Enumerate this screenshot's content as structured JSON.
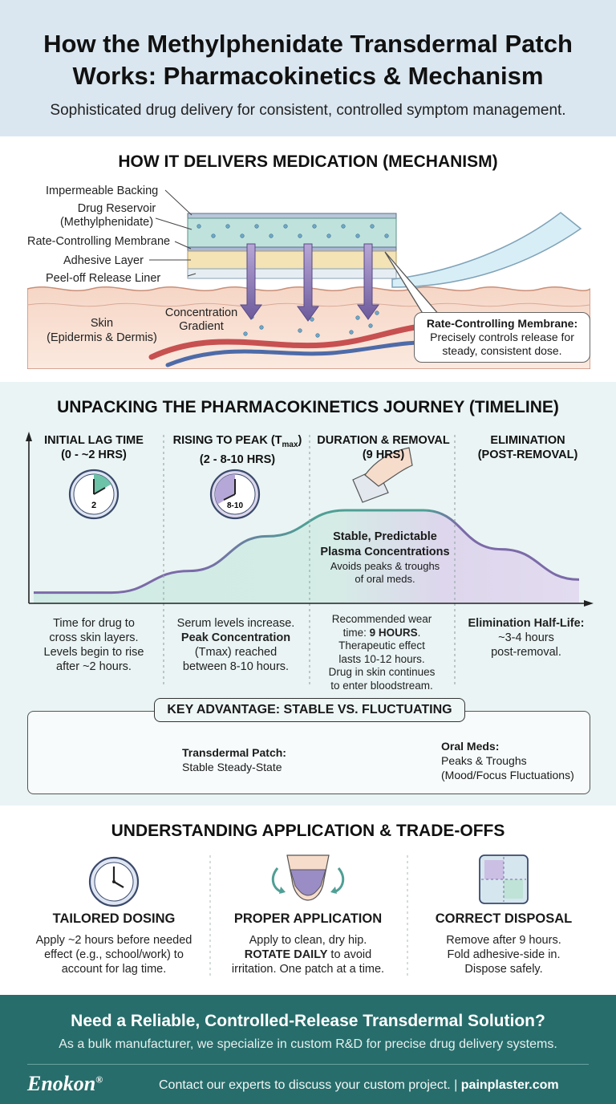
{
  "header": {
    "title_line1": "How the Methylphenidate Transdermal Patch",
    "title_line2": "Works: Pharmacokinetics & Mechanism",
    "subtitle": "Sophisticated drug delivery for consistent, controlled symptom management."
  },
  "mechanism": {
    "title": "HOW IT DELIVERS MEDICATION (MECHANISM)",
    "layers": {
      "backing": "Impermeable Backing",
      "reservoir_1": "Drug Reservoir",
      "reservoir_2": "(Methylphenidate)",
      "membrane": "Rate-Controlling Membrane",
      "adhesive": "Adhesive Layer",
      "liner": "Peel-off Release Liner"
    },
    "skin_1": "Skin",
    "skin_2": "(Epidermis & Dermis)",
    "gradient_1": "Concentration",
    "gradient_2": "Gradient",
    "callout_title": "Rate-Controlling Membrane:",
    "callout_line1": "Precisely controls release for",
    "callout_line2": "steady, consistent dose."
  },
  "pk": {
    "title": "UNPACKING THE PHARMACOKINETICS JOURNEY (TIMELINE)",
    "phases": [
      {
        "h1": "INITIAL LAG TIME",
        "h2": "(0 - ~2 HRS)",
        "d1": "Time for drug to",
        "d2": "cross skin layers.",
        "d3": "Levels begin to rise",
        "d4": "after ~2 hours."
      },
      {
        "h1": "RISING TO PEAK (T",
        "h1_sub": "max",
        "h1_end": ")",
        "h2": "(2 - 8-10 HRS)",
        "d1": "Serum levels increase.",
        "d2": "Peak Concentration",
        "d3": "(Tmax) reached",
        "d4": "between 8-10 hours."
      },
      {
        "h1": "DURATION & REMOVAL",
        "h2": "(9 HRS)",
        "d1": "Recommended wear",
        "d2a": "time: ",
        "d2b": "9 HOURS",
        "d2c": ".",
        "d3": "Therapeutic effect",
        "d4": "lasts 10-12 hours.",
        "d5": "Drug in skin continues",
        "d6": "to enter bloodstream."
      },
      {
        "h1": "ELIMINATION",
        "h2": "(POST-REMOVAL)",
        "d1": "Elimination Half-Life:",
        "d2": "~3-4 hours",
        "d3": "post-removal."
      }
    ],
    "clock1": "2",
    "clock2": "8-10",
    "stable_1": "Stable, Predictable",
    "stable_2": "Plasma Concentrations",
    "stable_3": "Avoids peaks & troughs",
    "stable_4": "of oral meds.",
    "curve_data": {
      "type": "line",
      "x": [
        0,
        2,
        4,
        6,
        8,
        9,
        10,
        12,
        14
      ],
      "y": [
        0.05,
        0.05,
        0.3,
        0.7,
        1.0,
        1.0,
        1.0,
        0.55,
        0.2
      ]
    },
    "advantage": {
      "title": "KEY ADVANTAGE: STABLE VS. FLUCTUATING",
      "patch_t": "Transdermal Patch:",
      "patch_s": "Stable Steady-State",
      "oral_t": "Oral Meds:",
      "oral_s1": "Peaks & Troughs",
      "oral_s2": "(Mood/Focus Fluctuations)"
    }
  },
  "application": {
    "title": "UNDERSTANDING APPLICATION & TRADE-OFFS",
    "items": [
      {
        "h": "TAILORED DOSING",
        "d1": "Apply ~2 hours before needed",
        "d2": "effect (e.g., school/work) to",
        "d3": "account for lag time."
      },
      {
        "h": "PROPER APPLICATION",
        "d1": "Apply to clean, dry hip.",
        "d2a": "ROTATE DAILY",
        "d2b": " to avoid",
        "d3": "irritation. One patch at a time."
      },
      {
        "h": "CORRECT DISPOSAL",
        "d1": "Remove after 9 hours.",
        "d2": "Fold adhesive-side in.",
        "d3": "Dispose safely."
      }
    ]
  },
  "footer": {
    "question": "Need a Reliable, Controlled-Release Transdermal Solution?",
    "sub": "As a bulk manufacturer, we specialize in custom R&D for precise drug delivery systems.",
    "brand": "Enokon",
    "reg": "®",
    "contact": "Contact our experts to discuss your custom project. | ",
    "site": "painplaster.com"
  },
  "colors": {
    "teal": "#4f9f95",
    "purple": "#7b6aa8",
    "footer_bg": "#276d6b",
    "header_bg": "#dbe7f0"
  }
}
